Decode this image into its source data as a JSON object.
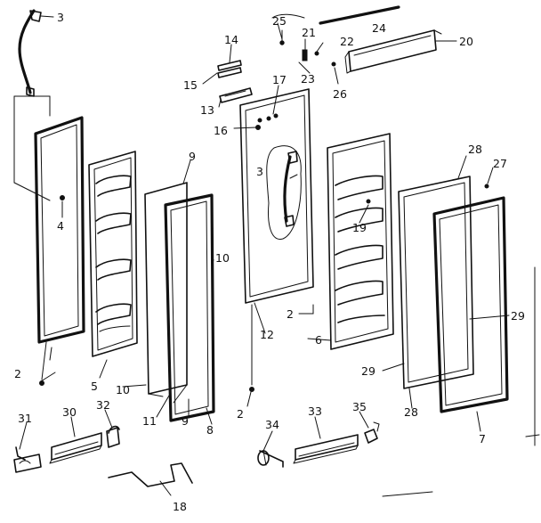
{
  "callouts": {
    "c2a": "2",
    "c2b": "2",
    "c2c": "2",
    "c3a": "3",
    "c3b": "3",
    "c4": "4",
    "c5": "5",
    "c6": "6",
    "c7": "7",
    "c8": "8",
    "c9a": "9",
    "c9b": "9",
    "c10a": "10",
    "c10b": "10",
    "c11": "11",
    "c12": "12",
    "c13": "13",
    "c14": "14",
    "c15": "15",
    "c16": "16",
    "c17": "17",
    "c18": "18",
    "c19": "19",
    "c20": "20",
    "c21": "21",
    "c22": "22",
    "c23": "23",
    "c24": "24",
    "c25": "25",
    "c26": "26",
    "c27": "27",
    "c28a": "28",
    "c28b": "28",
    "c29a": "29",
    "c29b": "29",
    "c30": "30",
    "c31": "31",
    "c32": "32",
    "c33": "33",
    "c34": "34",
    "c35": "35"
  }
}
